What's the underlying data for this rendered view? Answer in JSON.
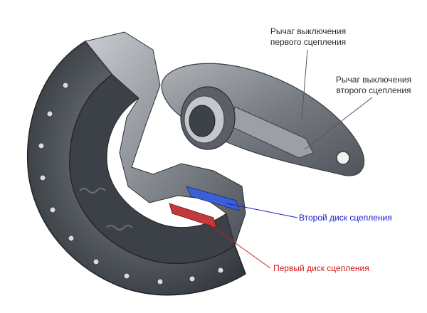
{
  "labels": {
    "release_lever_1": [
      "Рычаг выключения",
      "первого сцепления"
    ],
    "release_lever_2": [
      "Рычаг выключения",
      "второго сцепления"
    ],
    "clutch_disc_2": "Второй диск сцепления",
    "clutch_disc_1": "Первый диск сцепления"
  },
  "colors": {
    "leader_dark": "#555555",
    "disc_2": "#1a1acc",
    "disc_1": "#d11a1a"
  }
}
